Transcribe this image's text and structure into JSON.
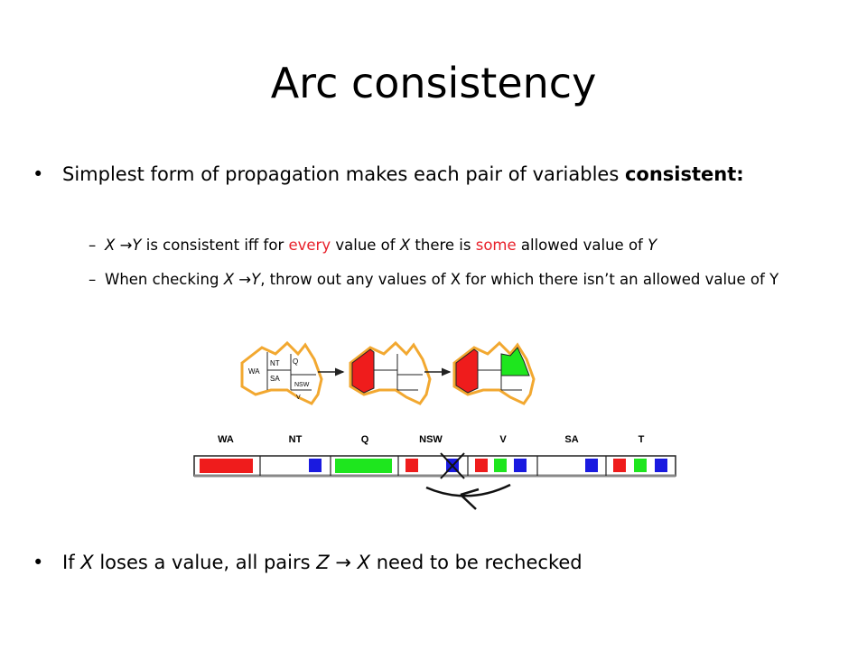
{
  "title": "Arc consistency",
  "bullets": {
    "b1": {
      "text": "Simplest form of propagation makes each pair of variables ",
      "bold": "consistent:"
    },
    "s1": {
      "x": "X",
      "arrow": "→",
      "y": "Y",
      "t1": " is consistent iff for ",
      "every": "every",
      "t2": " value of ",
      "x2": "X",
      "t3": " there is ",
      "some": "some",
      "t4": " allowed value of ",
      "y2": "Y"
    },
    "s2": {
      "t1": "When checking ",
      "x": "X",
      "arrow": "→",
      "y": "Y",
      "t2": ", throw out any values of X for which there isn’t an allowed value of Y"
    },
    "b2": {
      "t1": "If ",
      "x": "X",
      "t2": " loses a value, all pairs ",
      "z": "Z",
      "arrow": "→",
      "x2": "X",
      "t3": " need to be rechecked"
    }
  },
  "map_labels": {
    "wa": "WA",
    "nt": "NT",
    "q": "Q",
    "sa": "SA",
    "nsw": "NSW",
    "v": "V"
  },
  "domains": {
    "columns": [
      "WA",
      "NT",
      "Q",
      "NSW",
      "V",
      "SA",
      "T"
    ],
    "colors": {
      "red": "#ef1c1c",
      "green": "#1ee61e",
      "blue": "#1a1ae0",
      "outline": "#f2a830"
    }
  }
}
